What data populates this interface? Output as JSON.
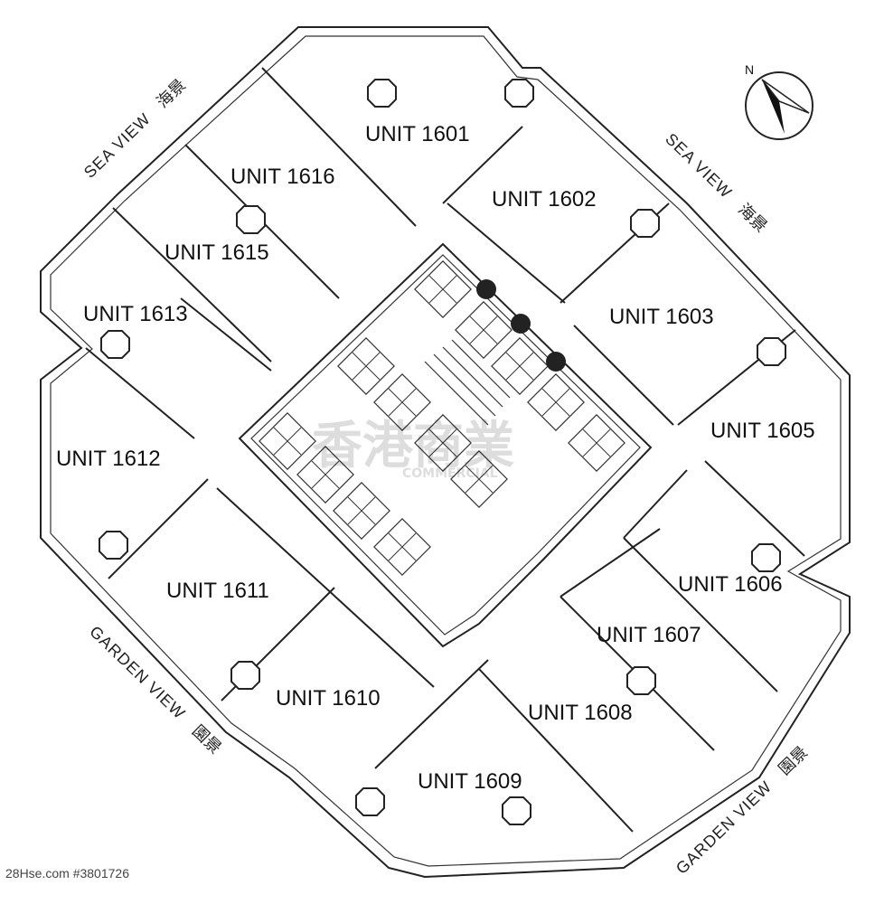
{
  "floor_plan": {
    "units": [
      "UNIT 1601",
      "UNIT 1602",
      "UNIT 1603",
      "UNIT 1605",
      "UNIT 1606",
      "UNIT 1607",
      "UNIT 1608",
      "UNIT 1609",
      "UNIT 1610",
      "UNIT 1611",
      "UNIT 1612",
      "UNIT 1613",
      "UNIT 1615",
      "UNIT 1616"
    ],
    "views": {
      "sea_view_nw_en": "SEA VIEW",
      "sea_view_nw_zh": "海景",
      "sea_view_ne_en": "SEA VIEW",
      "sea_view_ne_zh": "海景",
      "garden_view_sw_en": "GARDEN VIEW",
      "garden_view_sw_zh": "園景",
      "garden_view_se_en": "GARDEN VIEW",
      "garden_view_se_zh": "園景"
    },
    "compass_label": "N",
    "watermark_zh": "香港商業",
    "watermark_en": "COMMERCIAL",
    "credit": "28Hse.com #3801726"
  }
}
